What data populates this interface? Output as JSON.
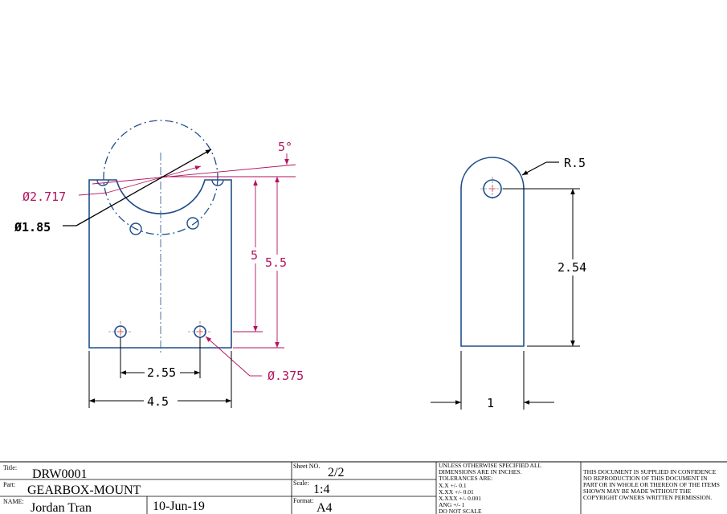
{
  "colors": {
    "geometry": "#1f4e8c",
    "dimension_magenta": "#b3125f",
    "dimension_black": "#000000",
    "center_mark": "#e0203a"
  },
  "front_view": {
    "dimensions": {
      "angle": "5°",
      "dia_large": "Ø2.717",
      "dia_bolt_circle": "Ø1.85",
      "height_5": "5",
      "height_5_5": "5.5",
      "hole_spacing": "2.55",
      "width": "4.5",
      "hole_dia": "Ø.375"
    }
  },
  "side_view": {
    "dimensions": {
      "radius": "R.5",
      "hole_height": "2.54",
      "thickness": "1"
    }
  },
  "title_block": {
    "title_label": "Title:",
    "title_value": "DRW0001",
    "part_label": "Part:",
    "part_value": "GEARBOX-MOUNT",
    "name_label": "NAME:",
    "name_value": "Jordan Tran",
    "date_value": "10-Jun-19",
    "sheet_label": "Sheet NO.",
    "sheet_value": "2/2",
    "scale_label": "Scale:",
    "scale_value": "1:4",
    "format_label": "Format:",
    "format_value": "A4",
    "tolerance_lines": [
      "UNLESS OTHERWISE SPECIFIED ALL",
      "DIMENSIONS ARE IN INCHES.",
      "TOLERANCES ARE:",
      "X.X +/- 0.1",
      "X.XX +/- 0.01",
      "X.XXX +/- 0.001",
      "ANG +/- 1",
      "DO NOT SCALE"
    ],
    "confidential_lines": [
      "THIS DOCUMENT IS SUPPLIED IN CONFIDENCE",
      "NO REPRODUCTION OF THIS DOCUMENT IN",
      "PART OR IN WHOLE OR THEREON OF THE ITEMS",
      "SHOWN MAY BE MADE WITHOUT THE",
      "COPYRIGHT OWNERS WRITTEN PERMISSION."
    ]
  }
}
